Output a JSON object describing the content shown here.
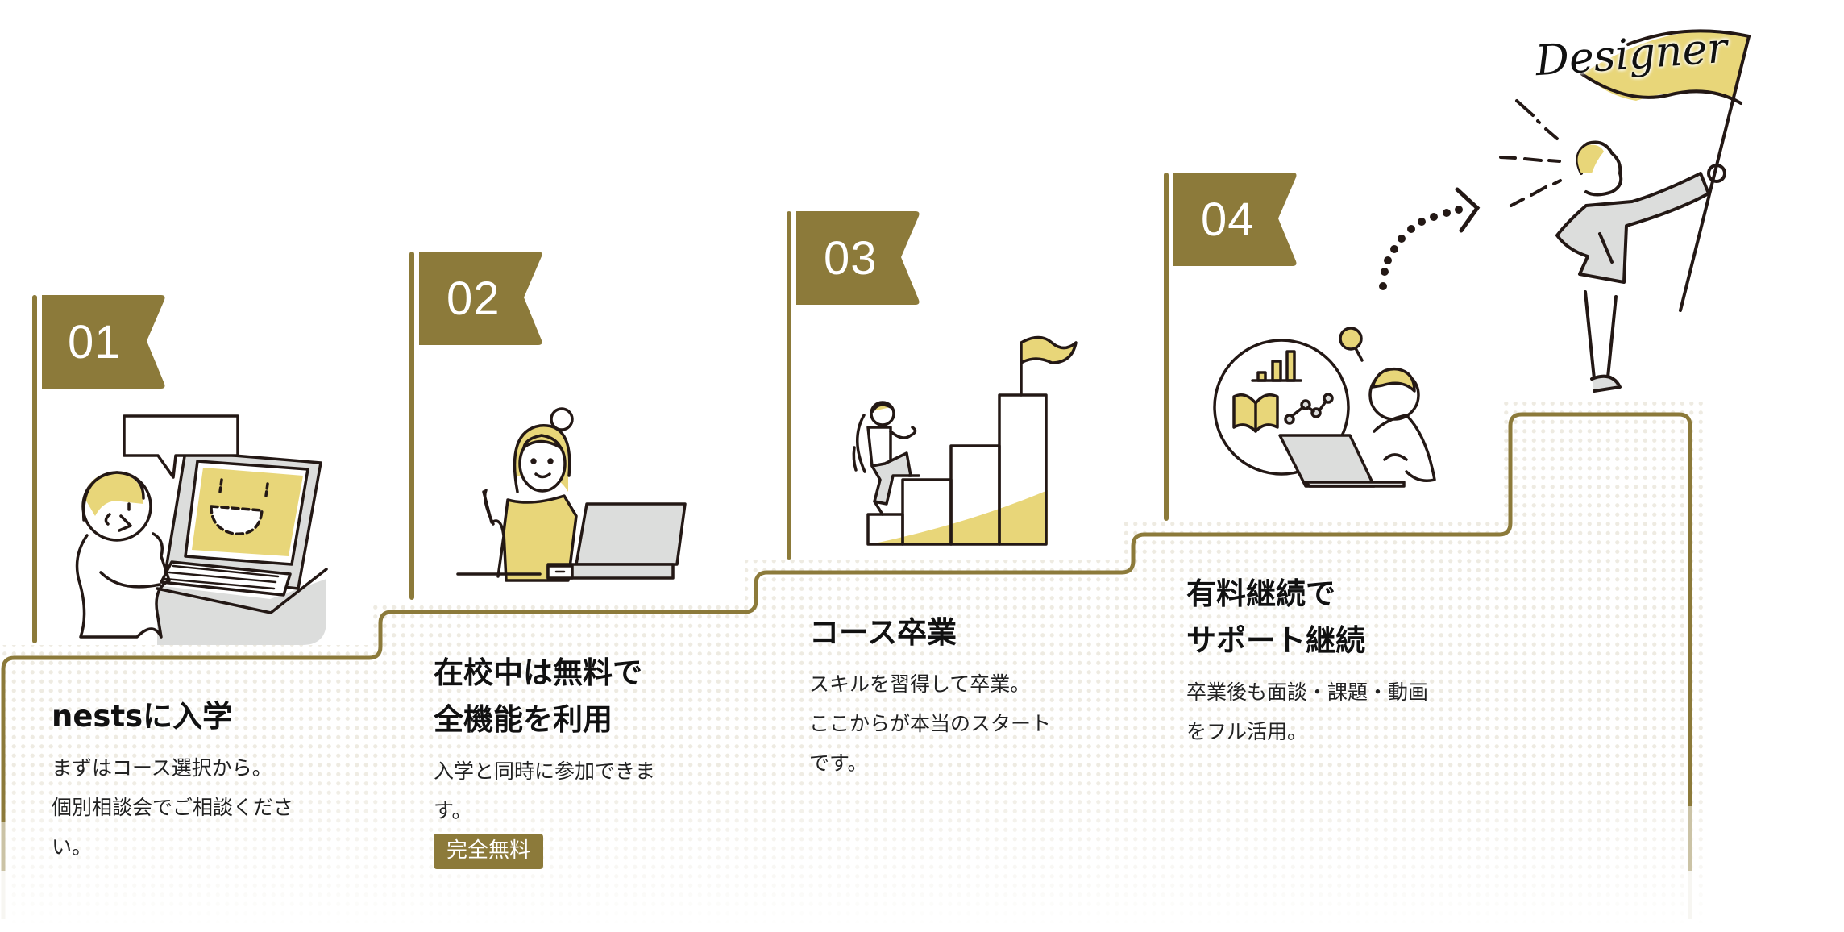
{
  "colors": {
    "accent": "#8c7a3a",
    "illustration_yellow": "#e8d679",
    "illustration_gray": "#dcdddc",
    "dot_pattern": "#eeebe2",
    "ink": "#231815"
  },
  "steps": [
    {
      "number": "01",
      "title": "nestsに入学",
      "body": "まずはコース選択から。\n個別相談会でご相談くださ\nい。",
      "illustration": "person-with-smiling-laptop"
    },
    {
      "number": "02",
      "title": "在校中は無料で\n全機能を利用",
      "body": "入学と同時に参加できま\nす。",
      "badge": "完全無料",
      "illustration": "woman-pointing-with-laptop"
    },
    {
      "number": "03",
      "title": "コース卒業",
      "body": "スキルを習得して卒業。\nここからが本当のスタート\nです。",
      "illustration": "person-climbing-steps-to-flag"
    },
    {
      "number": "04",
      "title": "有料継続で\nサポート継続",
      "body": "卒業後も面談・課題・動画\nをフル活用。",
      "illustration": "person-studying-charts-laptop"
    }
  ],
  "goal": {
    "flag_text": "Designer",
    "illustration": "person-holding-designer-flag"
  }
}
